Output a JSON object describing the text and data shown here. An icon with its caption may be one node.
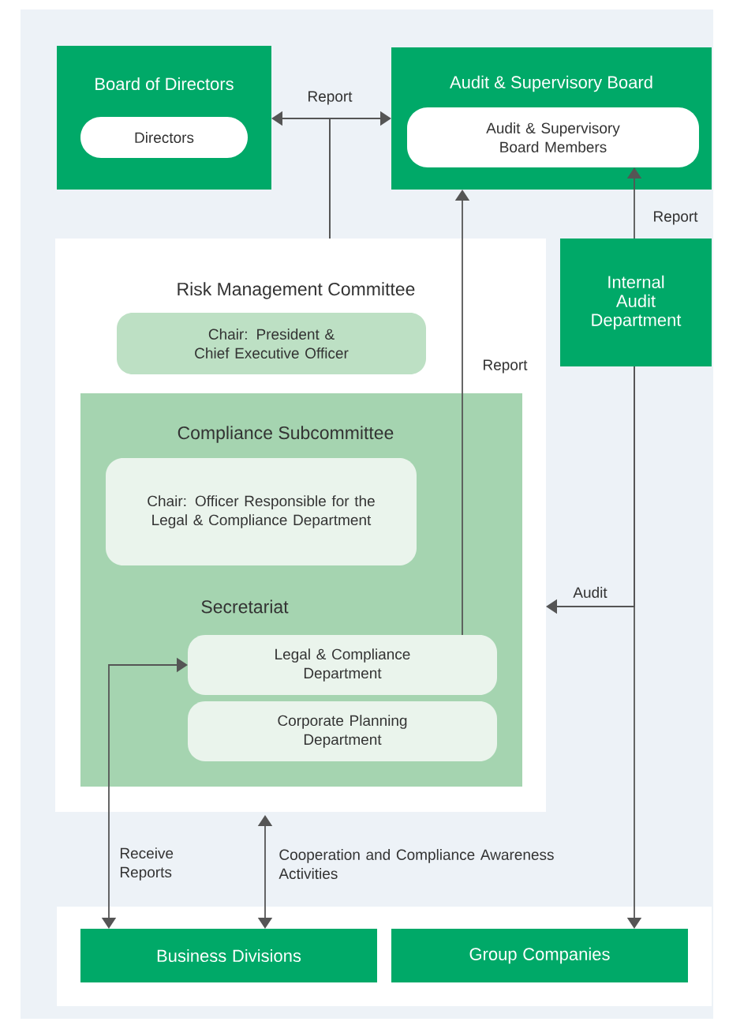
{
  "diagram": {
    "nodes": [
      {
        "text": [
          "Board of Directors"
        ]
      },
      {
        "text": [
          "Directors"
        ],
        "in": 0
      },
      {
        "text": [
          "Audit & Supervisory Board"
        ]
      },
      {
        "text": [
          "Audit & Supervisory Board Members"
        ],
        "in": 2
      },
      {
        "text": [
          "Internal Audit Department"
        ]
      },
      {
        "text": [
          "Risk Management Committee"
        ]
      },
      {
        "text": [
          "Chair: President & Chief Executive Officer"
        ],
        "in": 5
      },
      {
        "text": [
          "Compliance Subcommittee"
        ],
        "in": 5
      },
      {
        "text": [
          "Chair: Officer Responsible for the Legal & Compliance Department"
        ],
        "in": 7
      },
      {
        "text": [
          "Legal & Compliance Department"
        ],
        "in": 7
      },
      {
        "text": [
          "Corporate Planning Department"
        ],
        "in": 7
      },
      {
        "text": [],
        "shape": "box"
      },
      {
        "text": [
          "Business Divisions"
        ],
        "in": 11
      },
      {
        "text": [
          "Group Companies"
        ],
        "in": 11
      }
    ],
    "edges": [
      {
        "from": 5,
        "to": 0,
        "arrow": "to",
        "label": "Report"
      },
      {
        "from": 5,
        "to": 2,
        "arrow": "to"
      },
      {
        "from": 9,
        "to": 2,
        "arrow": "to",
        "label": "Report"
      },
      {
        "from": 4,
        "to": 3,
        "arrow": "to",
        "label": "Report"
      },
      {
        "from": 4,
        "to": 5,
        "arrow": "to",
        "label": "Audit"
      },
      {
        "from": 4,
        "to": 13,
        "arrow": "to"
      },
      {
        "from": 9,
        "to": 12,
        "arrow": "both",
        "label": "Receive Reports"
      },
      {
        "from": 5,
        "to": 12,
        "arrow": "both",
        "label": "Cooperation and Compliance Awareness Activities"
      }
    ],
    "labels": [
      "Secretariat"
    ]
  }
}
